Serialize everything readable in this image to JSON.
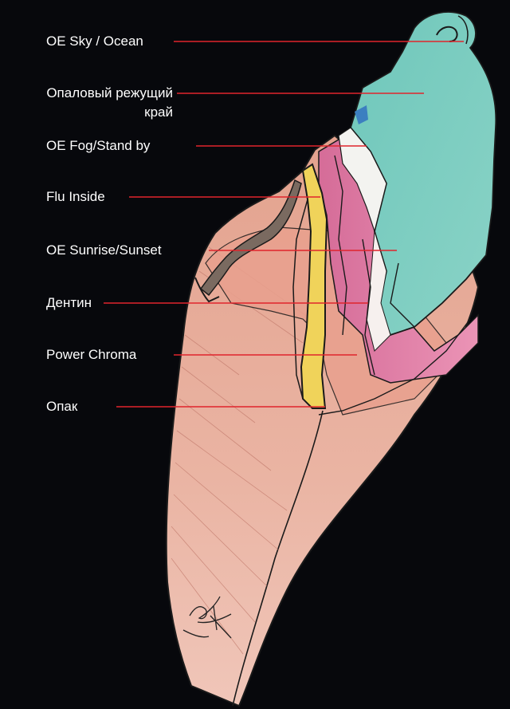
{
  "diagram": {
    "labels": [
      {
        "id": "oe-sky-ocean",
        "text": "OE Sky / Ocean"
      },
      {
        "id": "opal-incisal-edge",
        "text": "Опаловый режущий",
        "text2": "край"
      },
      {
        "id": "oe-fog-stand-by",
        "text": "OE Fog/Stand by"
      },
      {
        "id": "flu-inside",
        "text": "Flu Inside"
      },
      {
        "id": "oe-sunrise-sunset",
        "text": "OE Sunrise/Sunset"
      },
      {
        "id": "dentin",
        "text": "Дентин"
      },
      {
        "id": "power-chroma",
        "text": "Power Chroma"
      },
      {
        "id": "opaque",
        "text": "Опак"
      }
    ],
    "colors": {
      "background": "#07080c",
      "leader_line": "#e0242c",
      "label_text": "#ffffff",
      "teal_layer": "#7ccdc0",
      "pink_layer": "#e07aa8",
      "salmon_layer": "#e9a08e",
      "dentin_body": "#e2a08e",
      "yellow_layer": "#f0d35a",
      "outline": "#1a1a1a"
    },
    "signature": "hand-drawn artist signature"
  }
}
